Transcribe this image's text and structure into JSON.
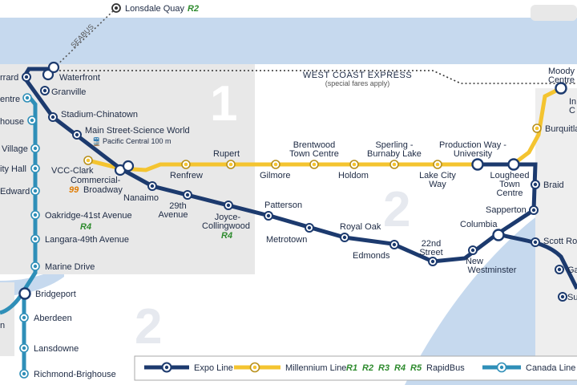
{
  "colors": {
    "water": "#c6d9ee",
    "water_dark": "#a9c4e4",
    "zone_fill": "#e8e8e8",
    "expo": "#1c3a6e",
    "millennium": "#f4c430",
    "canada": "#2f8fb8",
    "rapidbus": "#2e8b2e",
    "text": "#1d2a44"
  },
  "zones": {
    "zone1": "1",
    "zone2_center": "2",
    "zone2_bottom": "2"
  },
  "seabus": {
    "label": "SEABUS"
  },
  "wce": {
    "label": "WEST COAST EXPRESS",
    "note": "(special fares apply)"
  },
  "stations": {
    "lonsdale": {
      "name": "Lonsdale Quay",
      "rb": "R2"
    },
    "waterfront": "Waterfront",
    "burrard": "rrard",
    "granville": "Granville",
    "vancouver_city_centre": "entre",
    "stadium": "Stadium-Chinatown",
    "main_street": "Main Street-Science World",
    "pacific_central": "Pacific Central 100 m",
    "yaletown": "house",
    "olympic_village": "Village",
    "city_hall": "ity Hall",
    "king_edward": "Edward",
    "oakridge": {
      "name": "Oakridge-41st Avenue",
      "rb": "R4"
    },
    "langara": "Langara-49th Avenue",
    "marine_drive": "Marine Drive",
    "bridgeport": "Bridgeport",
    "aberdeen": "Aberdeen",
    "lansdowne": "Lansdowne",
    "richmond": "Richmond-Brighouse",
    "templeton": "n",
    "vcc_clark": "VCC-Clark",
    "commercial": {
      "name1": "Commercial-",
      "name2": "Broadway",
      "rb": "99"
    },
    "renfrew": "Renfrew",
    "rupert": "Rupert",
    "gilmore": "Gilmore",
    "brentwood": {
      "name1": "Brentwood",
      "name2": "Town Centre"
    },
    "holdom": "Holdom",
    "sperling": {
      "name1": "Sperling -",
      "name2": "Burnaby Lake"
    },
    "lake_city": {
      "name1": "Lake City",
      "name2": "Way"
    },
    "production_way": {
      "name1": "Production Way -",
      "name2": "University"
    },
    "lougheed": {
      "name1": "Lougheed",
      "name2": "Town",
      "name3": "Centre"
    },
    "burquitlam": "Burquitla",
    "moody_centre": {
      "name1": "Moody",
      "name2": "Centre"
    },
    "inlet_centre": {
      "name1": "In",
      "name2": "C"
    },
    "braid": "Braid",
    "sapperton": "Sapperton",
    "scott_road": "Scott Ro",
    "gateway": "Ga",
    "surrey": "Su",
    "nanaimo": "Nanaimo",
    "29th_avenue": {
      "name1": "29th",
      "name2": "Avenue"
    },
    "joyce": {
      "name1": "Joyce-",
      "name2": "Collingwood",
      "rb": "R4"
    },
    "patterson": "Patterson",
    "metrotown": "Metrotown",
    "royal_oak": "Royal Oak",
    "edmonds": "Edmonds",
    "22nd_street": {
      "name1": "22nd",
      "name2": "Street"
    },
    "new_westminster": {
      "name1": "New",
      "name2": "Westminster"
    },
    "columbia": "Columbia"
  },
  "legend": {
    "expo": "Expo Line",
    "millennium": "Millennium Line",
    "rapidbus_codes": [
      "R1",
      "R2",
      "R3",
      "R4",
      "R5"
    ],
    "rapidbus": "RapidBus",
    "canada": "Canada Line"
  }
}
